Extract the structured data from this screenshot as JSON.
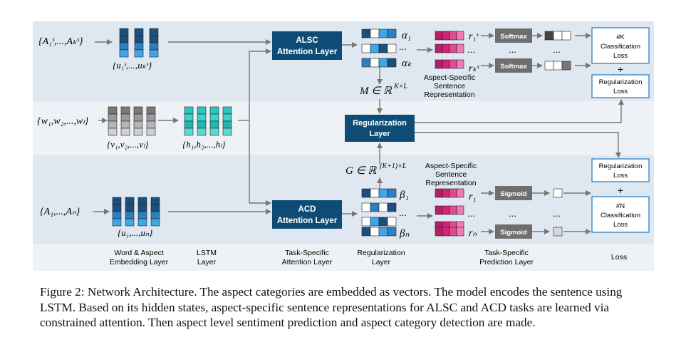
{
  "colors": {
    "band_top": "#dfe8f0",
    "band_mid": "#eef2f6",
    "band_bot": "#dfe8f0",
    "band_labels": "#eef2f6",
    "node_dark": "#0f4c75",
    "softmax_gray": "#6e6e6e",
    "arrow": "#777777",
    "loss_border": "#2b7fc6",
    "embed_dark": "#1b4f7d",
    "embed_mid": "#2e7fc1",
    "embed_light": "#3ea8e6",
    "lstm": "#2bc7bd",
    "gray_embed": "#7a7a7a",
    "magenta": "#d4237a"
  },
  "inputs": {
    "aspects_alsc": "{A₁ˢ,...,Aₖˢ}",
    "words": "{w₁,w₂,...,wₗ}",
    "aspects_acd": "{A₁,...,Aₙ}"
  },
  "embedding_labels": {
    "alsc_u": "{u₁ˢ,...,uₖˢ}",
    "word_v": "{v₁,v₂,...,vₗ}",
    "lstm_h": "{h₁,h₂,...,hₗ}",
    "acd_u": "{u₁,...,uₙ}"
  },
  "nodes": {
    "alsc_attention": [
      "ALSC",
      "Attention Layer"
    ],
    "acd_attention": [
      "ACD",
      "Attention Layer"
    ],
    "regularization": [
      "Regularization",
      "Layer"
    ],
    "softmax": "Softmax",
    "sigmoid": "Sigmoid"
  },
  "attention_labels": {
    "alpha_1": "α₁",
    "alpha_k": "αₖ",
    "beta_1": "β₁",
    "beta_n": "βₙ",
    "ellipsis": "..."
  },
  "matrix_labels": {
    "M": "M ∈ ℝ",
    "M_sup": "K×L",
    "G": "G ∈ ℝ",
    "G_sup": "(K+1)×L"
  },
  "representation_labels": {
    "r1s": "r₁ˢ",
    "rks": "rₖˢ",
    "r1": "r₁",
    "rn": "rₙ",
    "aspect_specific_rep": [
      "Aspect-Specific",
      "Sentence",
      "Representation"
    ]
  },
  "loss_boxes": {
    "k_classification": [
      "#K",
      "Classification",
      "Loss"
    ],
    "regularization_top": [
      "Regularization",
      "Loss"
    ],
    "regularization_bottom": [
      "Regularization",
      "Loss"
    ],
    "n_classification": [
      "#N",
      "Classification",
      "Loss"
    ],
    "plus": "+"
  },
  "bottom_labels": {
    "embedding": [
      "Word & Aspect",
      "Embedding Layer"
    ],
    "lstm": [
      "LSTM",
      "Layer"
    ],
    "task_attention": [
      "Task-Specific",
      "Attention Layer"
    ],
    "regularization": [
      "Regularization",
      "Layer"
    ],
    "prediction": [
      "Task-Specific",
      "Prediction Layer"
    ],
    "loss": "Loss"
  },
  "caption": "Figure 2: Network Architecture. The aspect categories are embedded as vectors. The model encodes the sentence using LSTM. Based on its hidden states, aspect-specific sentence representations for ALSC and ACD tasks are learned via constrained attention. Then aspect level sentiment prediction and aspect category detection are made."
}
